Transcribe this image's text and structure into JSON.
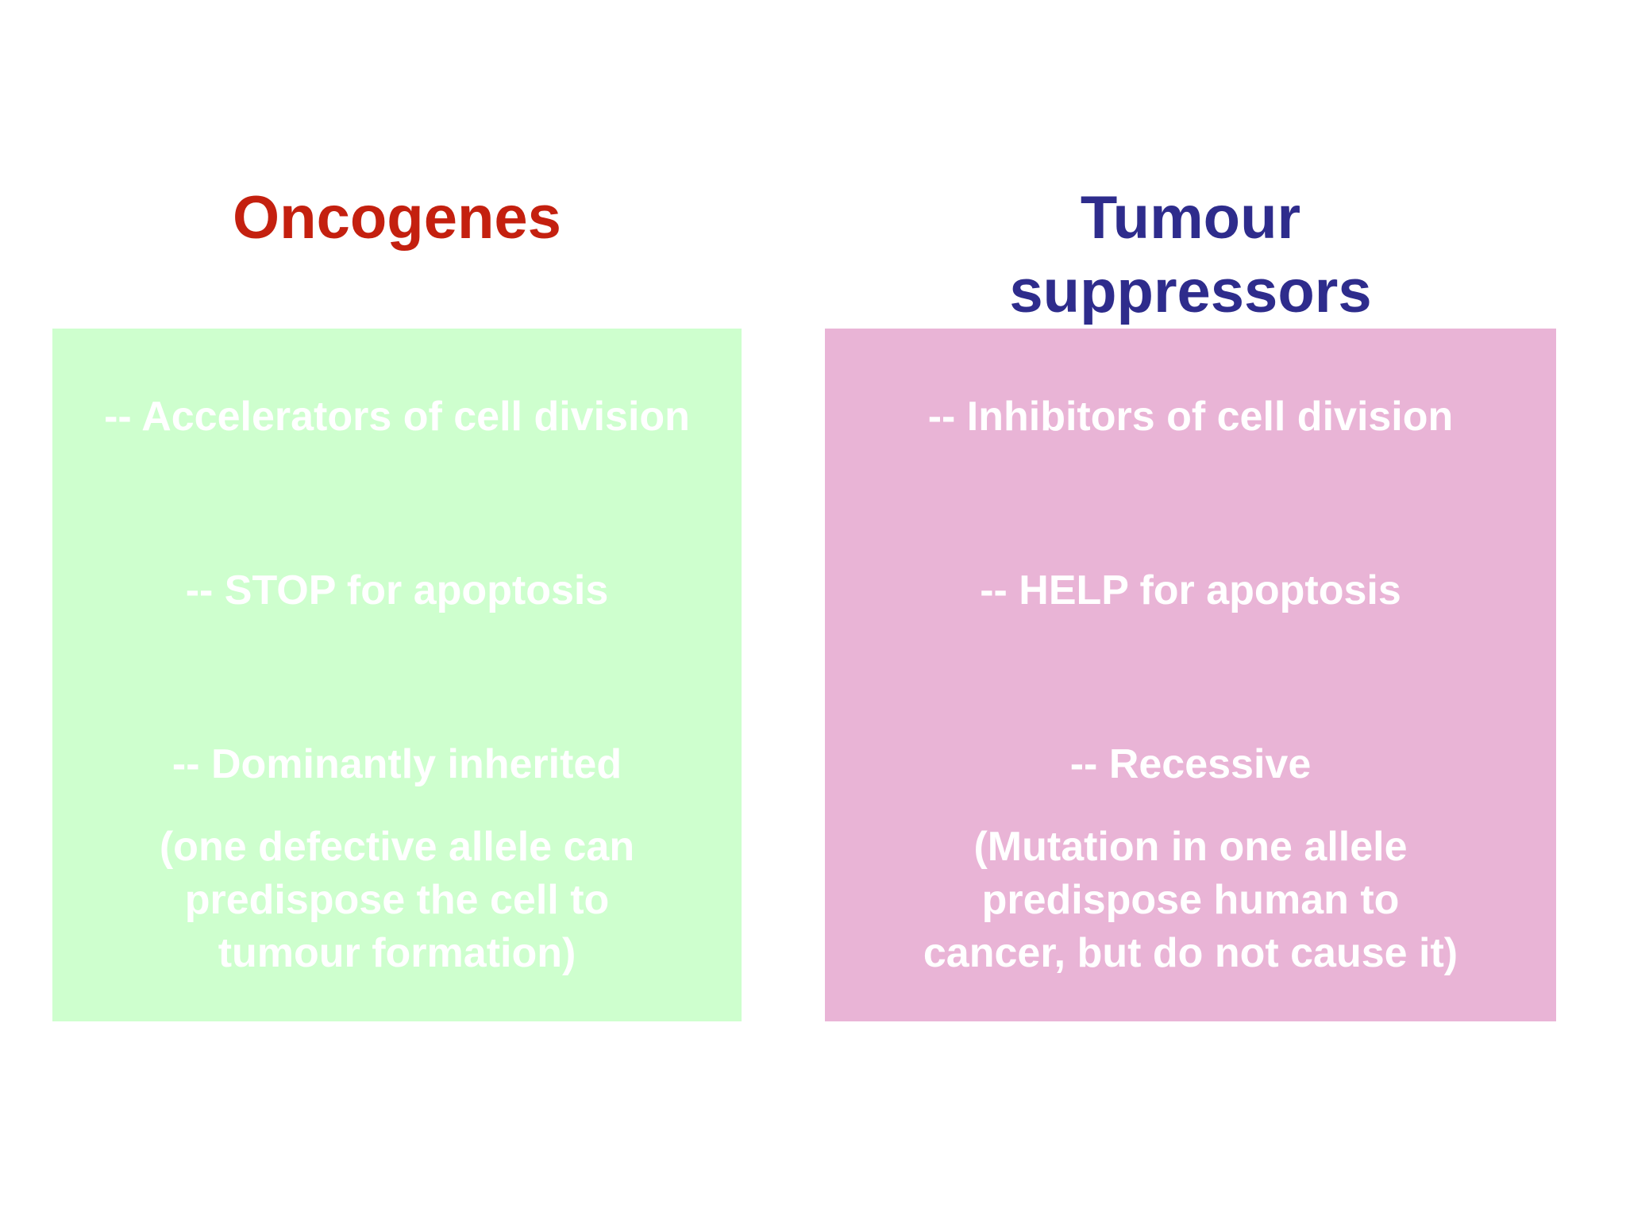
{
  "colors": {
    "oncogenes_title": "#c4200f",
    "suppressors_title": "#2e2c8c",
    "oncogenes_panel": "#ceffce",
    "suppressors_panel": "#e9b4d6",
    "panel_text": "#ffffff"
  },
  "oncogenes": {
    "title": "Oncogenes",
    "points": [
      "-- Accelerators of cell division",
      "-- STOP for apoptosis",
      "-- Dominantly inherited"
    ],
    "note_lines": [
      "(one defective allele can",
      "predispose the cell to",
      "tumour formation)"
    ]
  },
  "suppressors": {
    "title_lines": [
      "Tumour",
      "suppressors"
    ],
    "points": [
      "-- Inhibitors of cell division",
      "-- HELP for apoptosis",
      "-- Recessive"
    ],
    "note_lines": [
      "(Mutation in one allele",
      "predispose human to",
      "cancer, but do not cause it)"
    ]
  }
}
